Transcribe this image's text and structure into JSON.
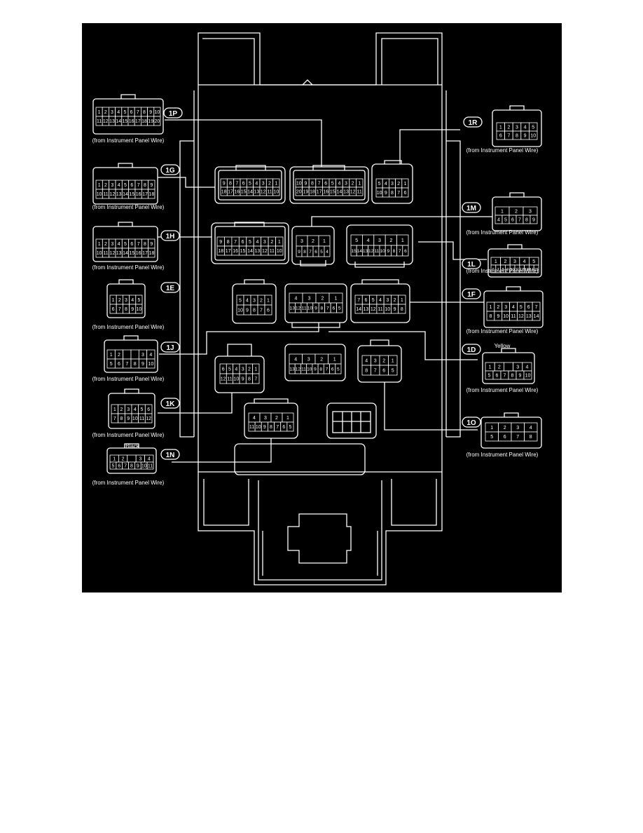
{
  "colors": {
    "background": "#000000",
    "line": "#ffffff",
    "page": "#ffffff"
  },
  "connectors": [
    {
      "id": "1P",
      "label": "1P",
      "note": "(from Instrument Panel Wire)",
      "top": "",
      "rows": [
        [
          "1",
          "2",
          "3",
          "4",
          "5",
          "6",
          "7",
          "8",
          "9",
          "10"
        ],
        [
          "11",
          "12",
          "13",
          "14",
          "15",
          "16",
          "17",
          "18",
          "19",
          "20"
        ]
      ]
    },
    {
      "id": "1G",
      "label": "1G",
      "note": "(from Instrument Panel Wire)",
      "top": "",
      "rows": [
        [
          "1",
          "2",
          "3",
          "4",
          "5",
          "6",
          "7",
          "8",
          "9"
        ],
        [
          "10",
          "11",
          "12",
          "13",
          "14",
          "15",
          "16",
          "17",
          "18"
        ]
      ]
    },
    {
      "id": "1H",
      "label": "1H",
      "note": "(from Instrument Panel Wire)",
      "top": "",
      "rows": [
        [
          "1",
          "2",
          "3",
          "4",
          "5",
          "6",
          "7",
          "8",
          "9"
        ],
        [
          "10",
          "11",
          "12",
          "13",
          "14",
          "15",
          "16",
          "17",
          "18"
        ]
      ]
    },
    {
      "id": "1E",
      "label": "1E",
      "note": "(from Instrument Panel Wire)",
      "top": "",
      "rows": [
        [
          "1",
          "2",
          "3",
          "4",
          "5"
        ],
        [
          "6",
          "7",
          "8",
          "9",
          "10"
        ]
      ]
    },
    {
      "id": "1J",
      "label": "1J",
      "note": "(from Instrument Panel Wire)",
      "top": "",
      "rows": [
        [
          "1",
          "2",
          "",
          "",
          "3",
          "4"
        ],
        [
          "5",
          "6",
          "7",
          "8",
          "9",
          "10"
        ]
      ]
    },
    {
      "id": "1K",
      "label": "1K",
      "note": "(from Instrument Panel Wire)",
      "top": "",
      "rows": [
        [
          "1",
          "2",
          "3",
          "4",
          "5",
          "6"
        ],
        [
          "7",
          "8",
          "9",
          "10",
          "11",
          "12"
        ]
      ]
    },
    {
      "id": "1N",
      "label": "1N",
      "note": "(from Instrument Panel Wire)",
      "top": "Black",
      "rows": [
        [
          "1",
          "2",
          "",
          "3",
          "4"
        ],
        [
          "5",
          "6",
          "7",
          "8",
          "9",
          "10",
          "11"
        ]
      ]
    },
    {
      "id": "1R",
      "label": "1R",
      "note": "(from Instrument Panel Wire)",
      "top": "",
      "rows": [
        [
          "1",
          "2",
          "3",
          "4",
          "5"
        ],
        [
          "6",
          "7",
          "8",
          "9",
          "10"
        ]
      ]
    },
    {
      "id": "1M",
      "label": "1M",
      "note": "(from Instrument Panel Wire)",
      "top": "",
      "rows": [
        [
          "1",
          "2",
          "3"
        ],
        [
          "4",
          "5",
          "6",
          "7",
          "8",
          "9"
        ]
      ]
    },
    {
      "id": "1L",
      "label": "1L",
      "note": "(from Instrument Panel Wire)",
      "top": "",
      "rows": [
        [
          "1",
          "2",
          "3",
          "4",
          "5"
        ],
        [
          "6",
          "7",
          "8",
          "9",
          "10",
          "11",
          "12",
          "13",
          "14",
          "15"
        ]
      ]
    },
    {
      "id": "1F",
      "label": "1F",
      "note": "(from Instrument Panel Wire)",
      "top": "",
      "rows": [
        [
          "1",
          "2",
          "3",
          "4",
          "5",
          "6",
          "7"
        ],
        [
          "8",
          "9",
          "10",
          "11",
          "12",
          "13",
          "14"
        ]
      ]
    },
    {
      "id": "1D",
      "label": "1D",
      "note": "(from Instrument Panel Wire)",
      "top": "Yellow",
      "rows": [
        [
          "1",
          "2",
          "",
          "3",
          "4"
        ],
        [
          "5",
          "6",
          "7",
          "8",
          "9",
          "10"
        ]
      ]
    },
    {
      "id": "1O",
      "label": "1O",
      "note": "(from Instrument Panel Wire)",
      "top": "",
      "rows": [
        [
          "1",
          "2",
          "3",
          "4"
        ],
        [
          "5",
          "6",
          "7",
          "8"
        ]
      ]
    }
  ],
  "block": [
    {
      "rows": [
        [
          "9",
          "8",
          "7",
          "6",
          "5",
          "4",
          "3",
          "2",
          "1"
        ],
        [
          "18",
          "17",
          "16",
          "15",
          "14",
          "13",
          "12",
          "11",
          "10"
        ]
      ]
    },
    {
      "rows": [
        [
          "10",
          "9",
          "8",
          "7",
          "6",
          "5",
          "4",
          "3",
          "2",
          "1"
        ],
        [
          "20",
          "19",
          "18",
          "17",
          "16",
          "15",
          "14",
          "13",
          "12",
          "11"
        ]
      ]
    },
    {
      "rows": [
        [
          "5",
          "4",
          "3",
          "2",
          "1"
        ],
        [
          "10",
          "9",
          "8",
          "7",
          "6"
        ]
      ]
    },
    {
      "rows": [
        [
          "9",
          "8",
          "7",
          "6",
          "5",
          "4",
          "3",
          "2",
          "1"
        ],
        [
          "18",
          "17",
          "16",
          "15",
          "14",
          "13",
          "12",
          "11",
          "10"
        ]
      ]
    },
    {
      "rows": [
        [
          "3",
          "2",
          "1"
        ],
        [
          "9",
          "8",
          "7",
          "6",
          "5",
          "4"
        ]
      ]
    },
    {
      "rows": [
        [
          "5",
          "4",
          "3",
          "2",
          "1"
        ],
        [
          "15",
          "14",
          "13",
          "12",
          "11",
          "10",
          "9",
          "8",
          "7",
          "6"
        ]
      ]
    },
    {
      "rows": [
        [
          "5",
          "4",
          "3",
          "2",
          "1"
        ],
        [
          "10",
          "9",
          "8",
          "7",
          "6"
        ]
      ]
    },
    {
      "rows": [
        [
          "4",
          "3",
          "2",
          "1"
        ],
        [
          "13",
          "12",
          "11",
          "10",
          "9",
          "8",
          "7",
          "6",
          "5"
        ]
      ]
    },
    {
      "rows": [
        [
          "7",
          "6",
          "5",
          "4",
          "3",
          "2",
          "1"
        ],
        [
          "14",
          "13",
          "12",
          "11",
          "10",
          "9",
          "8"
        ]
      ]
    },
    {
      "rows": [
        [
          "6",
          "5",
          "4",
          "3",
          "2",
          "1"
        ],
        [
          "12",
          "11",
          "10",
          "9",
          "8",
          "7"
        ]
      ]
    },
    {
      "rows": [
        [
          "4",
          "3",
          "2",
          "1"
        ],
        [
          "13",
          "12",
          "11",
          "10",
          "9",
          "8",
          "7",
          "6",
          "5"
        ]
      ]
    },
    {
      "rows": [
        [
          "4",
          "3",
          "2",
          "1"
        ],
        [
          "8",
          "7",
          "6",
          "5"
        ]
      ]
    },
    {
      "rows": [
        [
          "4",
          "3",
          "2",
          "1"
        ],
        [
          "11",
          "10",
          "9",
          "8",
          "7",
          "6",
          "5"
        ]
      ]
    }
  ]
}
